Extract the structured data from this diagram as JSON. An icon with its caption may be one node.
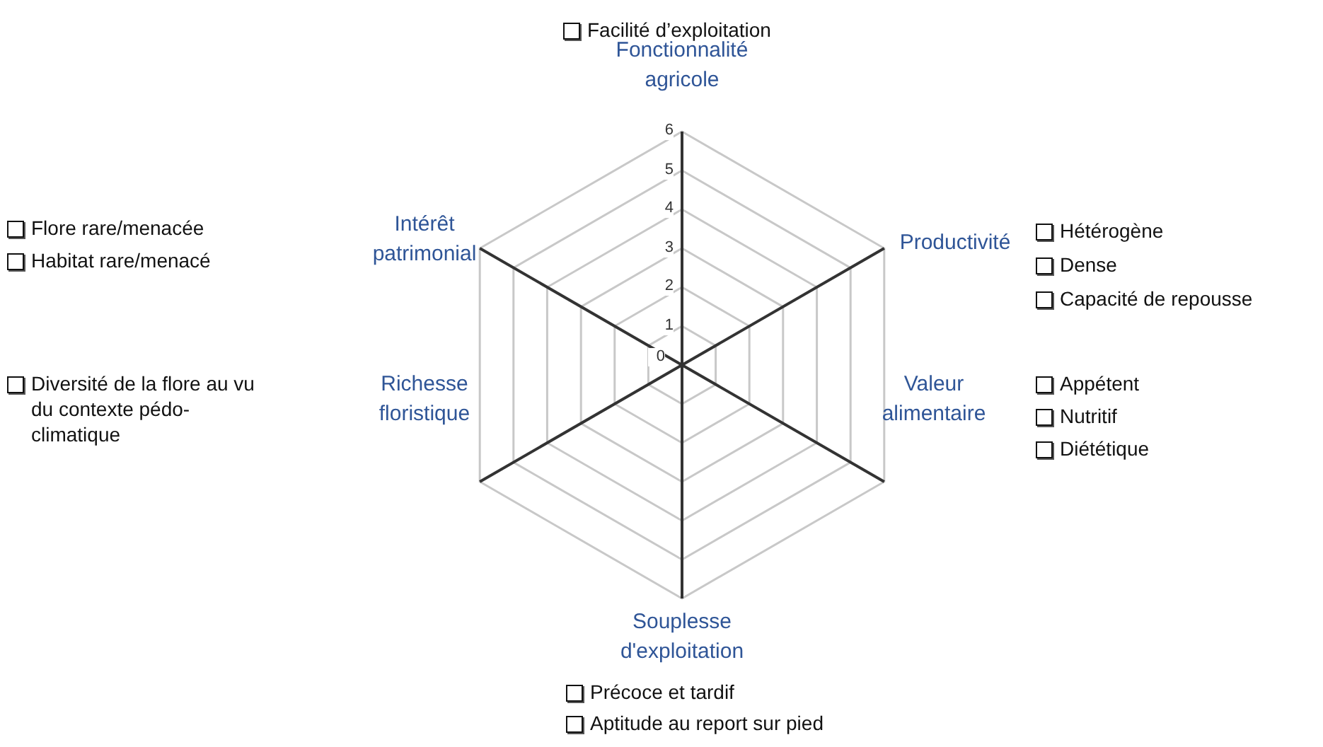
{
  "diagram": {
    "labels": [
      "Facilité d’exploitation",
      "Fonctionnalité agricole",
      "6",
      "5",
      "4",
      "3",
      "2",
      "1",
      "0",
      "Flore rare/menacée",
      "Habitat rare/menacé",
      "Intérêt patrimonial",
      "Productivité",
      "Hétérogène",
      "Dense",
      "Capacité de repousse",
      "Diversité de la flore au vu du contexte pédo-climatique",
      "Richesse floristique",
      "Valeur alimentaire",
      "Appétent",
      "Nutritif",
      "Diététique",
      "Souplesse d'exploitation",
      "Précoce et tardif",
      "Aptitude au report sur pied"
    ]
  }
}
